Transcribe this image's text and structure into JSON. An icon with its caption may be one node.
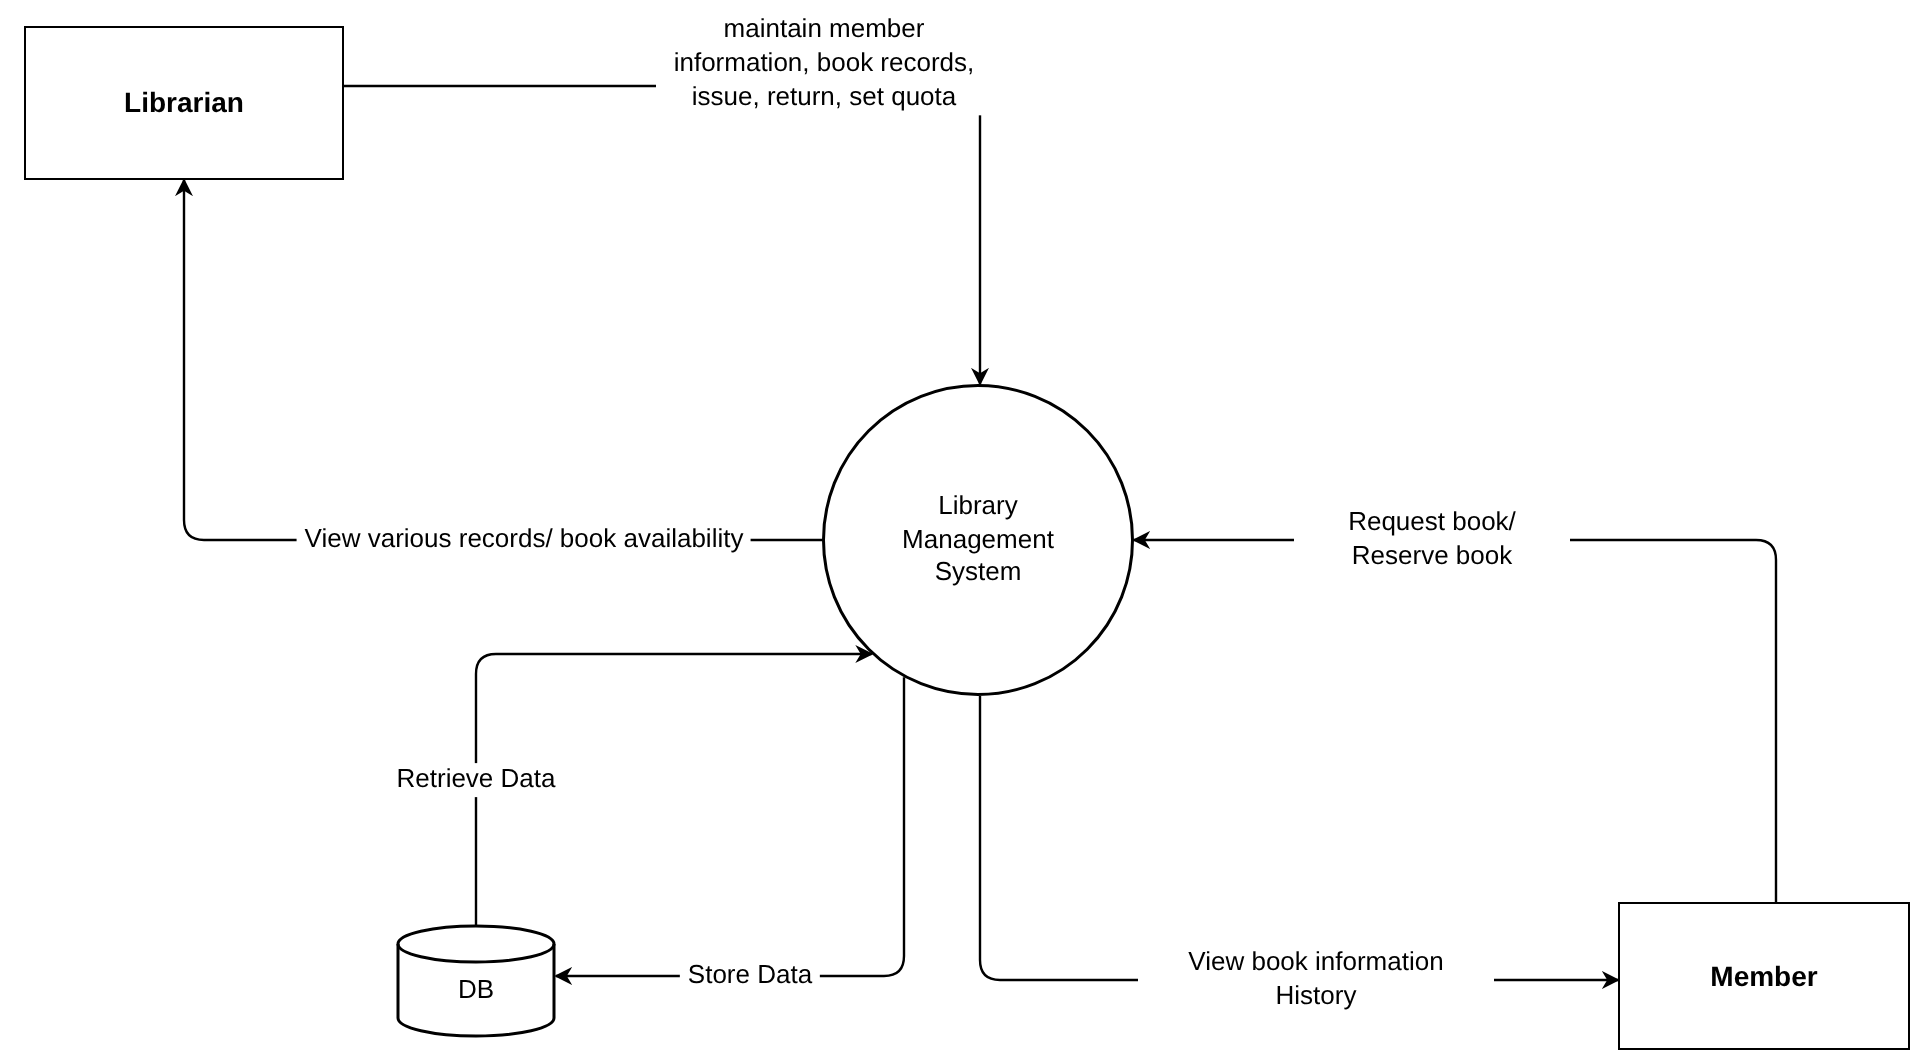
{
  "diagram": {
    "nodes": [
      {
        "text": [
          "Librarian"
        ]
      },
      {
        "text": [
          "Library Management System"
        ]
      },
      {
        "text": [
          "DB"
        ]
      },
      {
        "text": [
          "Member"
        ]
      }
    ],
    "edges": [
      {
        "from": 0,
        "to": 1,
        "arrow": "to",
        "label": "maintain member information, book records, issue, return, set quota"
      },
      {
        "from": 1,
        "to": 0,
        "arrow": "to",
        "label": "View various records/ book availability"
      },
      {
        "from": 2,
        "to": 1,
        "arrow": "to",
        "label": "Retrieve Data"
      },
      {
        "from": 1,
        "to": 2,
        "arrow": "to",
        "label": "Store Data"
      },
      {
        "from": 1,
        "to": 3,
        "arrow": "to",
        "label": "View book information History"
      },
      {
        "from": 3,
        "to": 1,
        "arrow": "to",
        "label": "Request book/ Reserve book"
      }
    ]
  }
}
